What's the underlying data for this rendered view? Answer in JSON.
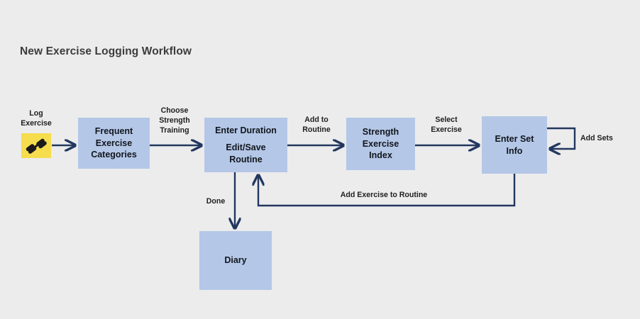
{
  "title": "New Exercise Logging Workflow",
  "colors": {
    "background": "#ececec",
    "node_fill": "#b4c7e7",
    "start_fill": "#f5dd4d",
    "edge": "#22375f",
    "title_text": "#3c3c3c",
    "node_text": "#12161c"
  },
  "start": {
    "label_line1": "Log",
    "label_line2": "Exercise",
    "icon": "dumbbell-icon"
  },
  "nodes": [
    {
      "id": "frequent-exercise-categories",
      "lines": [
        "Frequent",
        "Exercise",
        "Categories"
      ]
    },
    {
      "id": "enter-duration-edit-save-routine",
      "lines": [
        "Enter Duration",
        "Edit/Save",
        "Routine"
      ]
    },
    {
      "id": "strength-exercise-index",
      "lines": [
        "Strength",
        "Exercise",
        "Index"
      ]
    },
    {
      "id": "enter-set-info",
      "lines": [
        "Enter Set",
        "Info"
      ]
    },
    {
      "id": "diary",
      "lines": [
        "Diary"
      ]
    }
  ],
  "edges": [
    {
      "id": "start-to-categories",
      "lines": []
    },
    {
      "id": "choose-strength-training",
      "lines": [
        "Choose",
        "Strength",
        "Training"
      ]
    },
    {
      "id": "add-to-routine",
      "lines": [
        "Add to",
        "Routine"
      ]
    },
    {
      "id": "select-exercise",
      "lines": [
        "Select",
        "Exercise"
      ]
    },
    {
      "id": "add-sets",
      "lines": [
        "Add Sets"
      ]
    },
    {
      "id": "add-exercise-to-routine",
      "lines": [
        "Add Exercise to Routine"
      ]
    },
    {
      "id": "done",
      "lines": [
        "Done"
      ]
    }
  ]
}
